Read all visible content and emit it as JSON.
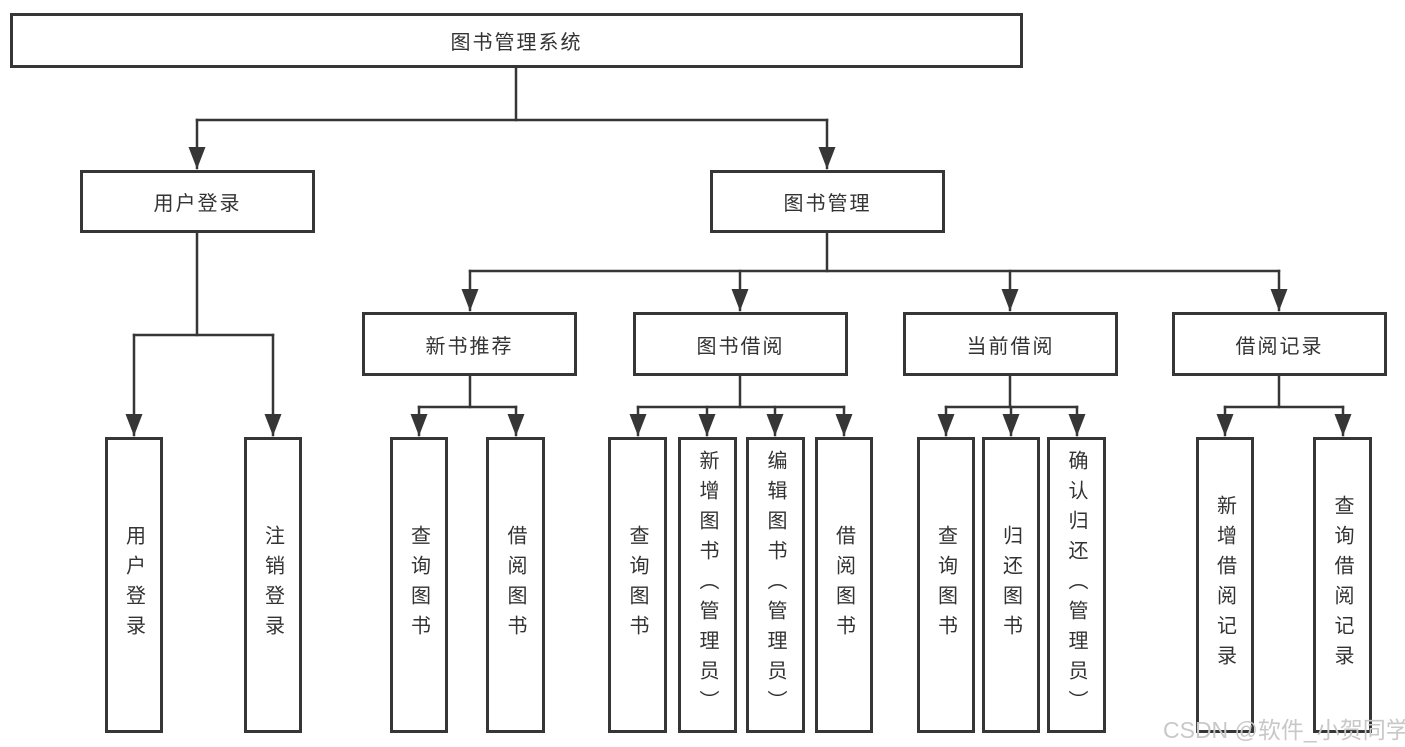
{
  "diagram": {
    "title_hint": "functional structure tree",
    "colors": {
      "line": "#363636",
      "box_border": "#363636",
      "text": "#333333",
      "background": "#ffffff",
      "watermark": "#c8c8c8"
    },
    "root": {
      "label": "图书管理系统"
    },
    "level2": [
      {
        "label": "用户登录"
      },
      {
        "label": "图书管理"
      }
    ],
    "level3": [
      {
        "label": "新书推荐"
      },
      {
        "label": "图书借阅"
      },
      {
        "label": "当前借阅"
      },
      {
        "label": "借阅记录"
      }
    ],
    "leaves": [
      {
        "label": "用户登录"
      },
      {
        "label": "注销登录"
      },
      {
        "label": "查询图书"
      },
      {
        "label": "借阅图书"
      },
      {
        "label": "查询图书"
      },
      {
        "label": "新增图书（管理员）"
      },
      {
        "label": "编辑图书（管理员）"
      },
      {
        "label": "借阅图书"
      },
      {
        "label": "查询图书"
      },
      {
        "label": "归还图书"
      },
      {
        "label": "确认归还（管理员）"
      },
      {
        "label": "新增借阅记录"
      },
      {
        "label": "查询借阅记录"
      }
    ]
  },
  "watermark": {
    "text": "CSDN @软件_小贺同学"
  }
}
